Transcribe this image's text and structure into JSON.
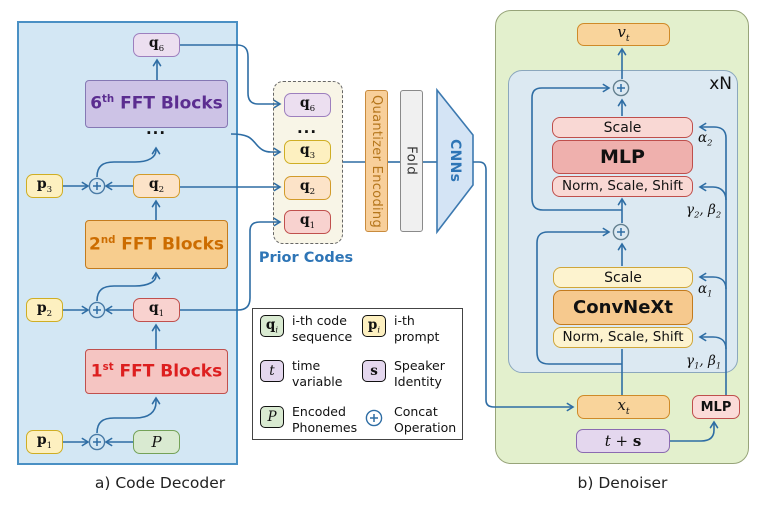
{
  "palette": {
    "arrow": "#2e6da4",
    "decoder_bg": "#d3e7f4",
    "decoder_border": "#4a90c4",
    "denoiser_bg": "#e3f0cd",
    "inner_block_bg": "#dce9f2",
    "prior_bg": "#f8f5e7",
    "purple_text": "#5b2d90",
    "orange_text": "#cc6c00",
    "red_text": "#dd1f1f",
    "blue_text": "#2e75b6"
  },
  "decoder": {
    "caption": "a) Code Decoder",
    "q6": {
      "base": "q",
      "sub": "6"
    },
    "fft6": {
      "num": "6",
      "sup": "th",
      "rest": " FFT Blocks"
    },
    "dots": "...",
    "p3": {
      "base": "p",
      "sub": "3"
    },
    "q2": {
      "base": "q",
      "sub": "2"
    },
    "fft2": {
      "num": "2",
      "sup": "nd",
      "rest": " FFT Blocks"
    },
    "p2": {
      "base": "p",
      "sub": "2"
    },
    "q1": {
      "base": "q",
      "sub": "1"
    },
    "fft1": {
      "num": "1",
      "sup": "st",
      "rest": " FFT Blocks"
    },
    "p1": {
      "base": "p",
      "sub": "1"
    },
    "phonemes": "P"
  },
  "prior": {
    "title": "Prior Codes",
    "q6": {
      "base": "q",
      "sub": "6"
    },
    "dots": "...",
    "q3": {
      "base": "q",
      "sub": "3"
    },
    "q2": {
      "base": "q",
      "sub": "2"
    },
    "q1": {
      "base": "q",
      "sub": "1"
    }
  },
  "pipeline": {
    "quantizer": "Quantizer Encoding",
    "fold": "Fold",
    "cnns": "CNNs"
  },
  "denoiser": {
    "caption": "b) Denoiser",
    "vt": {
      "base": "v",
      "sub": "t"
    },
    "repeat": "xN",
    "scale_top": "Scale",
    "mlp_top": "MLP",
    "norm_top": "Norm, Scale, Shift",
    "alpha2": {
      "base": "α",
      "sub": "2"
    },
    "gb2": {
      "g": "γ",
      "gs": "2",
      "sep": ", ",
      "b": "β",
      "bs": "2"
    },
    "scale_bottom": "Scale",
    "convnext": "ConvNeXt",
    "norm_bottom": "Norm, Scale, Shift",
    "alpha1": {
      "base": "α",
      "sub": "1"
    },
    "gb1": {
      "g": "γ",
      "gs": "1",
      "sep": ", ",
      "b": "β",
      "bs": "1"
    },
    "xt": {
      "base": "x",
      "sub": "t"
    },
    "mlp_small": "MLP",
    "ts": {
      "t": "t",
      "plus": " + ",
      "s": "s"
    }
  },
  "legend": {
    "items": [
      {
        "sym": "q",
        "sub": "i",
        "text": "i-th code\nsequence"
      },
      {
        "sym": "p",
        "sub": "i",
        "text": "i-th\nprompt"
      },
      {
        "sym": "t",
        "sub": "",
        "text": "time\nvariable"
      },
      {
        "sym": "s",
        "sub": "",
        "text": "Speaker\nIdentity"
      },
      {
        "sym": "P",
        "sub": "",
        "text": "Encoded\nPhonemes"
      },
      {
        "sym": "⊕",
        "sub": "",
        "text": "Concat\nOperation"
      }
    ]
  }
}
